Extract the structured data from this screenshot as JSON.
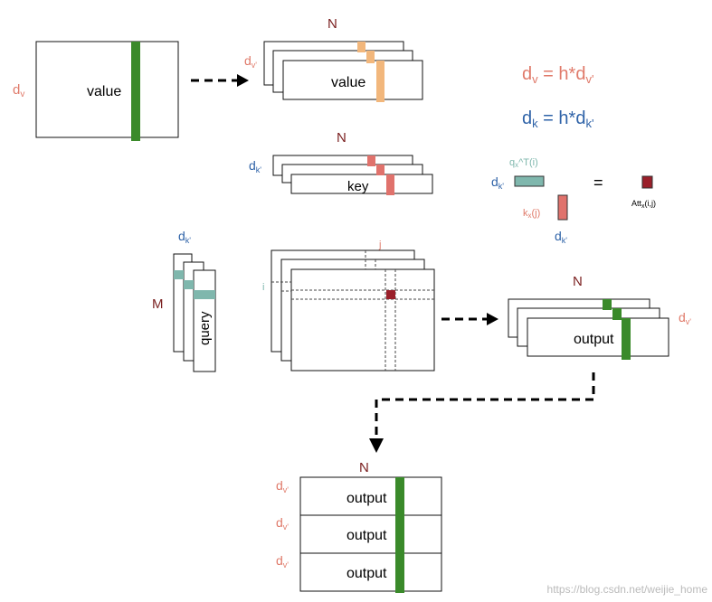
{
  "colors": {
    "value_bar": "#3a8a2a",
    "value_slice": "#f2b77c",
    "key_slice": "#e0726c",
    "query_slice": "#7fb7ad",
    "attention_cell": "#9a1f2a",
    "label_v": "#e07a6a",
    "label_k": "#2f63a8",
    "label_n": "#7a1f1f"
  },
  "labels": {
    "value_dv": "d",
    "value_dv_sub": "v",
    "value_text": "value",
    "value_multi_n": "N",
    "value_multi_dv": "d",
    "value_multi_dv_sub": "v'",
    "value_multi_text": "value",
    "key_n": "N",
    "key_dk": "d",
    "key_dk_sub": "k'",
    "key_text": "key",
    "query_dk": "d",
    "query_dk_sub": "k'",
    "query_m": "M",
    "query_text": "query",
    "attn_j": "j",
    "attn_i": "i",
    "output_multi_n": "N",
    "output_multi_dv": "d",
    "output_multi_dv_sub": "v'",
    "output_multi_text": "output",
    "concat_n": "N",
    "concat_rows": [
      {
        "d": "d",
        "sub": "v'",
        "text": "output"
      },
      {
        "d": "d",
        "sub": "v'",
        "text": "output"
      },
      {
        "d": "d",
        "sub": "v'",
        "text": "output"
      }
    ]
  },
  "equations": {
    "dv_left": "d",
    "dv_left_sub": "v",
    "dv_right": " = h*d",
    "dv_right_sub": "v'",
    "dk_left": "d",
    "dk_left_sub": "k",
    "dk_right": " = h*d",
    "dk_right_sub": "k'"
  },
  "legend": {
    "q_label": "q",
    "q_sub": "x",
    "q_rest": "^T(i)",
    "dk_left": "d",
    "dk_left_sub": "k'",
    "equals": "=",
    "att_label": "Att",
    "att_sub": "x",
    "att_rest": "(i,j)",
    "k_label": "k",
    "k_sub": "x",
    "k_rest": "(j)",
    "dk_bottom": "d",
    "dk_bottom_sub": "k'"
  },
  "watermark": "https://blog.csdn.net/weijie_home"
}
